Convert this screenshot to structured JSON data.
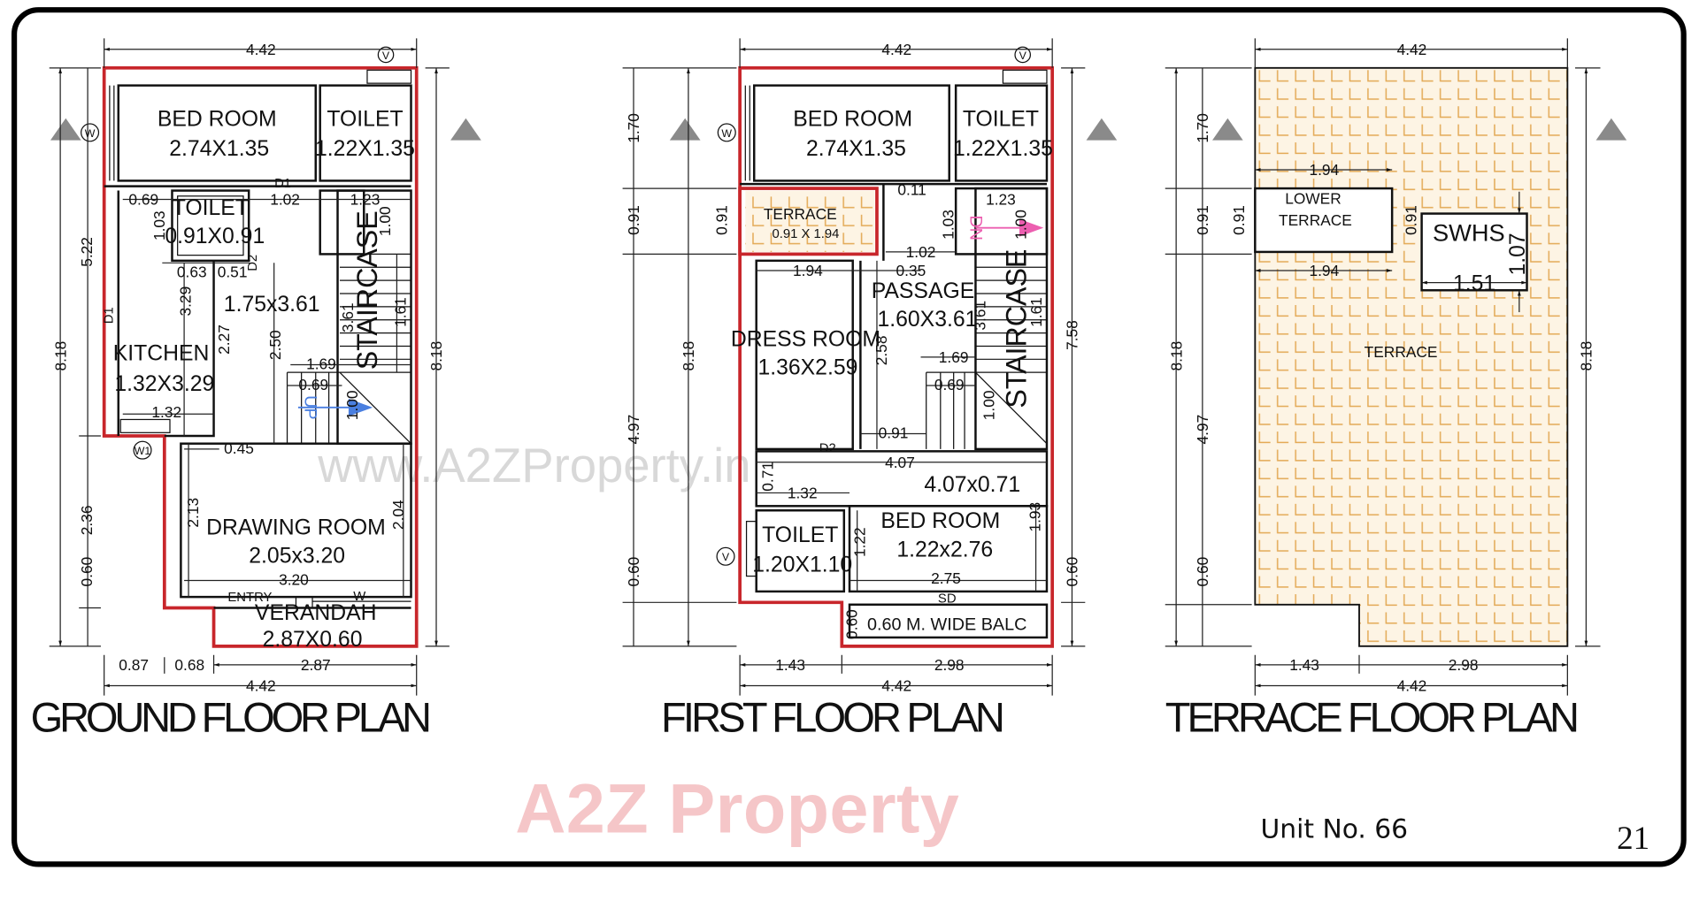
{
  "watermark": {
    "logo": "A2Z Property",
    "url": "www.A2ZProperty.in"
  },
  "ground_floor": {
    "title": "GROUND FLOOR PLAN",
    "rooms": [
      {
        "name": "BED ROOM",
        "size": "2.74X1.35"
      },
      {
        "name": "TOILET",
        "size": "1.22X1.35"
      },
      {
        "name": "TOILET",
        "size": "0.91X0.91"
      },
      {
        "size": "1.75x3.61"
      },
      {
        "name": "STAIRCASE"
      },
      {
        "name": "KITCHEN",
        "size": "1.32X3.29"
      },
      {
        "name": "DRAWING ROOM",
        "size": "2.05x3.20"
      },
      {
        "name": "VERANDAH",
        "size": "2.87X0.60"
      }
    ],
    "labels": {
      "entry": "ENTRY",
      "up": "UP",
      "d1": "D1",
      "d1b": "D1",
      "d2": "D2",
      "w": "W"
    },
    "markers": [
      "V",
      "W",
      "W1"
    ],
    "dims": [
      "4.42",
      "5.22",
      "8.18",
      "2.36",
      "0.60",
      "8.18",
      "0.87",
      "0.68",
      "2.87",
      "4.42",
      "0.69",
      "1.02",
      "1.23",
      "1.03",
      "1.00",
      "0.63",
      "0.51",
      "3.29",
      "2.27",
      "2.50",
      "3.61",
      "1.61",
      "1.69",
      "0.69",
      "1.00",
      "1.32",
      "0.45",
      "2.13",
      "2.04",
      "3.20"
    ]
  },
  "first_floor": {
    "title": "FIRST FLOOR PLAN",
    "rooms": [
      {
        "name": "BED ROOM",
        "size": "2.74X1.35"
      },
      {
        "name": "TOILET",
        "size": "1.22X1.35"
      },
      {
        "name": "TERRACE",
        "size": "0.91 X 1.94"
      },
      {
        "name": "PASSAGE",
        "size": "1.60X3.61"
      },
      {
        "name": "STAIRCASE"
      },
      {
        "name": "DRESS ROOM",
        "size": "1.36X2.59"
      },
      {
        "size": "4.07x0.71"
      },
      {
        "name": "BED ROOM",
        "size": "1.22x2.76"
      },
      {
        "name": "TOILET",
        "size": "1.20X1.10"
      },
      {
        "name": "0.60 M. WIDE BALC"
      }
    ],
    "labels": {
      "dn": "DN",
      "sd": "SD",
      "d2": "D2"
    },
    "markers": [
      "V",
      "W",
      "V"
    ],
    "dims": [
      "4.42",
      "1.70",
      "0.91",
      "4.97",
      "0.60",
      "8.18",
      "0.91",
      "7.58",
      "0.60",
      "1.43",
      "2.98",
      "4.42",
      "0.11",
      "1.23",
      "1.03",
      "1.00",
      "1.02",
      "1.94",
      "0.35",
      "3.61",
      "1.61",
      "2.58",
      "1.69",
      "0.69",
      "1.00",
      "0.91",
      "4.07",
      "0.71",
      "1.32",
      "1.22",
      "1.93",
      "2.75",
      "0.60"
    ]
  },
  "terrace_floor": {
    "title": "TERRACE FLOOR PLAN",
    "rooms": [
      {
        "name_line1": "LOWER",
        "name_line2": "TERRACE"
      },
      {
        "name": "SWHS"
      },
      {
        "name": "TERRACE"
      }
    ],
    "dims": [
      "4.42",
      "8.18",
      "1.70",
      "0.91",
      "4.97",
      "0.60",
      "0.91",
      "8.18",
      "1.94",
      "1.94",
      "0.91",
      "1.07",
      "1.51",
      "1.43",
      "2.98",
      "4.42"
    ]
  },
  "unit": "Unit No. 66",
  "page_number": "21",
  "colors": {
    "boundary": "#c8262b",
    "tile": "#e3a955",
    "tile_bg": "#fdf4e4",
    "up_arrow": "#4a7fe0",
    "dn_arrow": "#ec5fb0"
  }
}
